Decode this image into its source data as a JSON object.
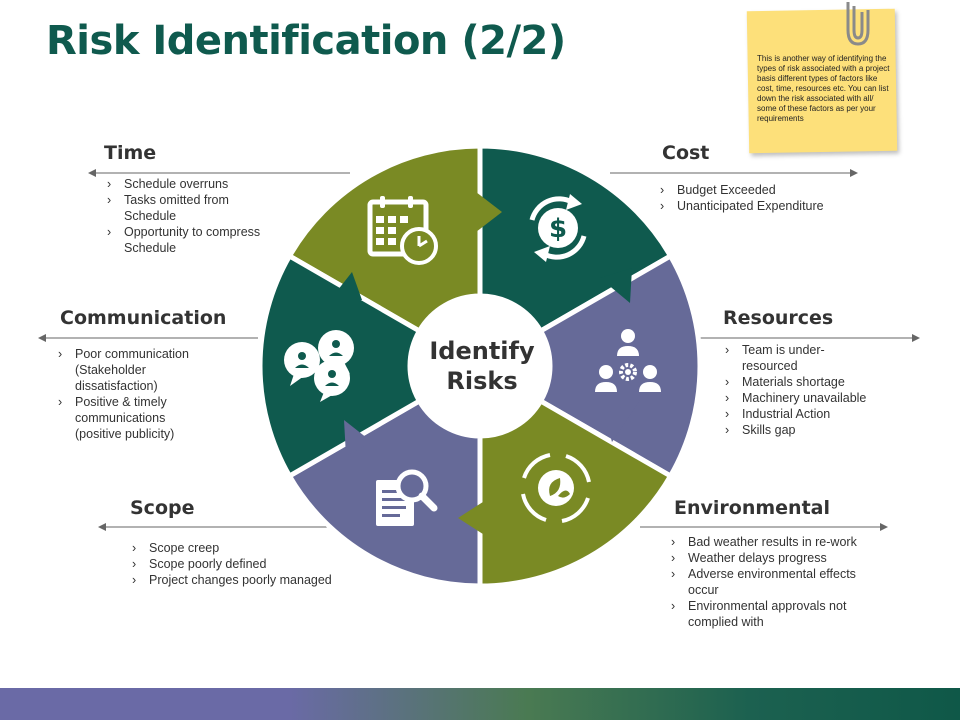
{
  "title": "Risk Identification (2/2)",
  "center": {
    "line1": "Identify",
    "line2": "Risks"
  },
  "note": "This is another way of identifying the types of risk associated with a project basis different types of factors like cost, time, resources etc. You can list down the risk associated with all/ some of these factors as per your requirements",
  "sections": {
    "time": {
      "heading": "Time",
      "items": [
        "Schedule overruns",
        "Tasks omitted from Schedule",
        "Opportunity to compress Schedule"
      ]
    },
    "cost": {
      "heading": "Cost",
      "items": [
        "Budget Exceeded",
        "Unanticipated Expenditure"
      ]
    },
    "communication": {
      "heading": "Communication",
      "items": [
        "Poor communication (Stakeholder dissatisfaction)",
        "Positive & timely communications (positive publicity)"
      ]
    },
    "resources": {
      "heading": "Resources",
      "items": [
        "Team is under-resourced",
        "Materials shortage",
        "Machinery unavailable",
        "Industrial Action",
        "Skills gap"
      ]
    },
    "scope": {
      "heading": "Scope",
      "items": [
        "Scope creep",
        "Scope poorly defined",
        "Project changes poorly managed"
      ]
    },
    "environmental": {
      "heading": "Environmental",
      "items": [
        "Bad weather results in re-work",
        "Weather delays progress",
        "Adverse environmental effects occur",
        "Environmental approvals not complied with"
      ]
    }
  },
  "icons": [
    "calendar-clock-icon",
    "dollar-cycle-icon",
    "team-gear-icon",
    "leaf-cycle-icon",
    "document-search-icon",
    "chat-people-icon"
  ],
  "colors": {
    "title": "#0f5a4e",
    "olive": "#7a8a24",
    "teal": "#0f5a4e",
    "purple": "#666a98",
    "note": "#fde07a"
  }
}
